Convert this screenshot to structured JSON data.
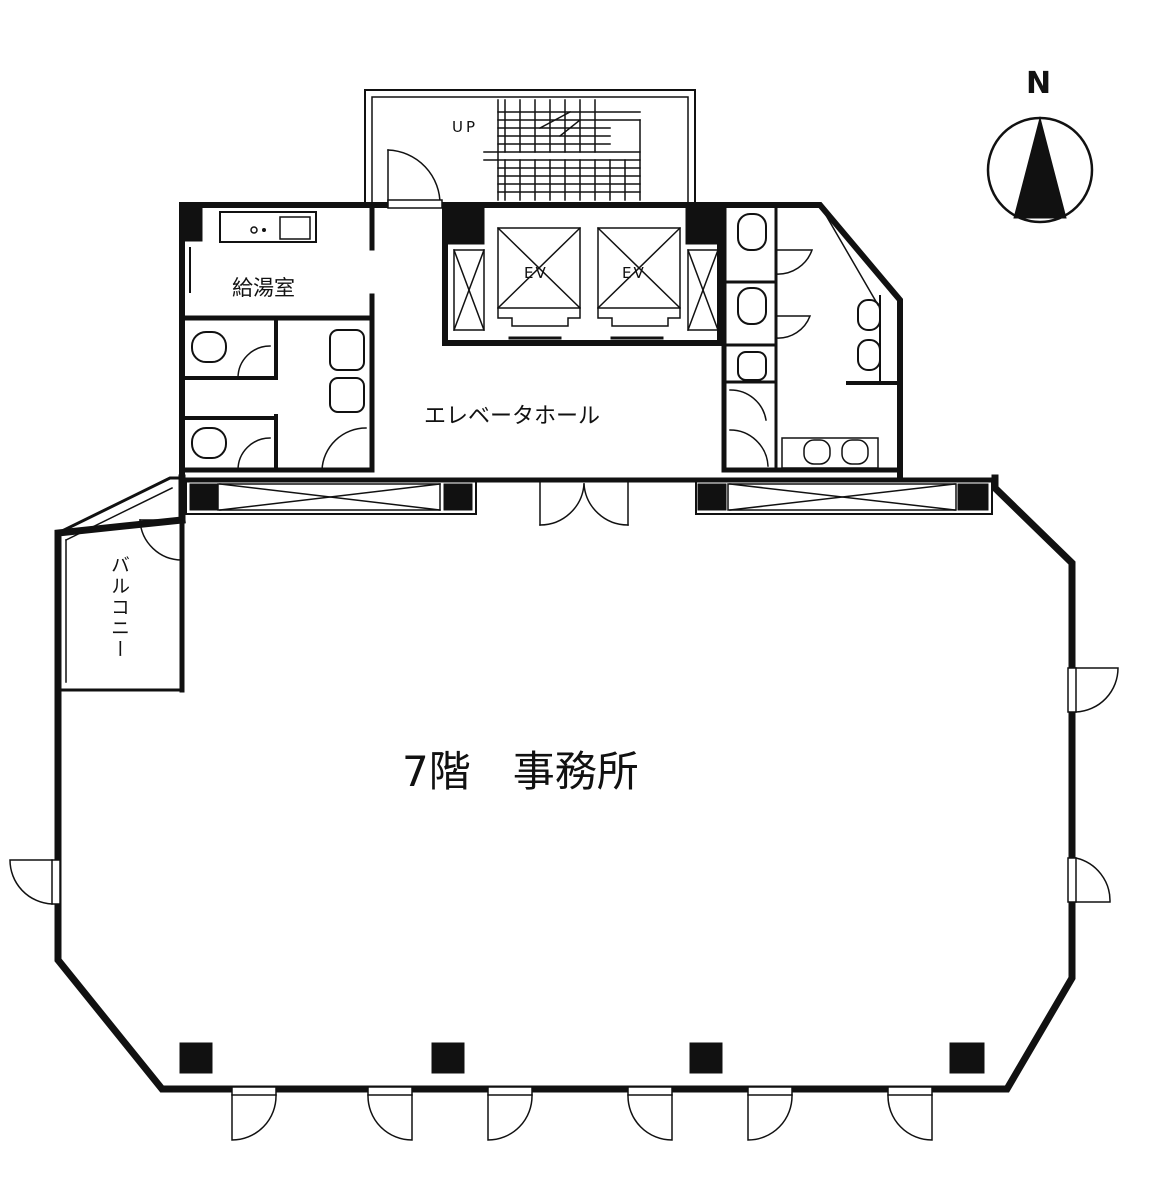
{
  "compass": {
    "letter": "N"
  },
  "labels": {
    "stair_up": "UP",
    "ev1": "EV",
    "ev2": "EV",
    "kitchen": "給湯室",
    "elevator_hall": "エレベータホール",
    "balcony": "バルコニー",
    "office": "7階　事務所"
  },
  "colors": {
    "line": "#111111",
    "fill": "#111111",
    "paper": "#ffffff"
  }
}
